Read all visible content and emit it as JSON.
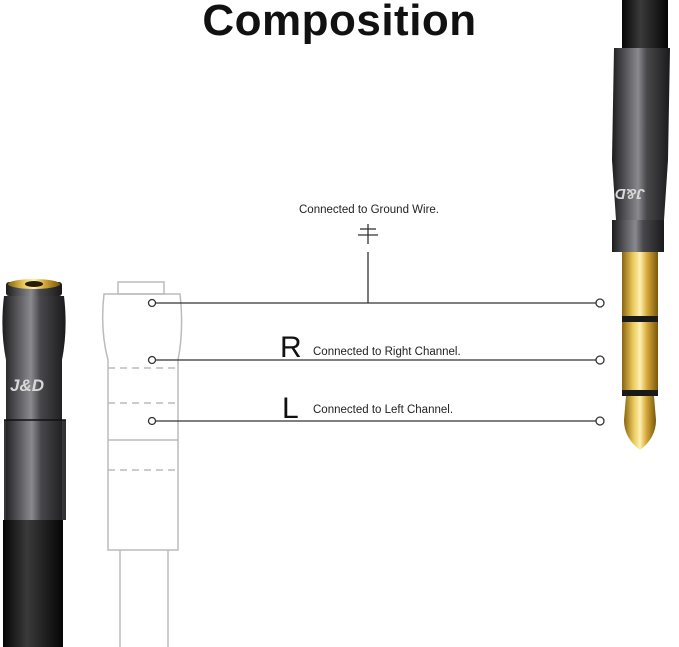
{
  "title": "Composition",
  "labels": {
    "ground": "Connected to Ground Wire.",
    "right_letter": "R",
    "right": "Connected to Right Channel.",
    "left_letter": "L",
    "left": "Connected to Left Channel."
  },
  "brand": "J&D",
  "colors": {
    "plug_body": "#3a3a3c",
    "gold": "#c9a22e",
    "cable": "#1a1a1a",
    "wire": "#333333"
  }
}
